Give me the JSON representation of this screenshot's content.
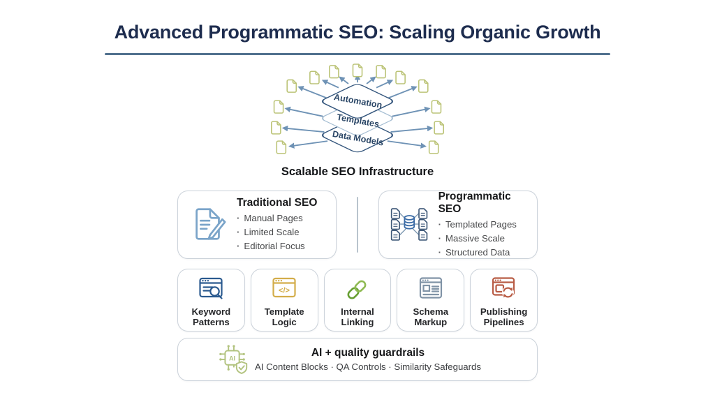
{
  "title": "Advanced Programmatic SEO: Scaling Organic Growth",
  "infrastructure": {
    "layers": [
      "Automation",
      "Templates",
      "Data Models"
    ],
    "caption": "Scalable SEO Infrastructure",
    "colors": {
      "diamond_dark": "#33557c",
      "diamond_light": "#a6bed3",
      "arrow": "#6e92b5",
      "document": "#bcc478",
      "label_text": "#2b4767"
    }
  },
  "comparison": {
    "traditional": {
      "title": "Traditional SEO",
      "icon": "document-pencil-icon",
      "icon_color": "#7aa4c9",
      "items": [
        "Manual Pages",
        "Limited Scale",
        "Editorial Focus"
      ]
    },
    "programmatic": {
      "title": "Programmatic SEO",
      "icon": "database-documents-icon",
      "icon_color": "#3a6ba6",
      "items": [
        "Templated Pages",
        "Massive Scale",
        "Structured Data"
      ]
    }
  },
  "capabilities": [
    {
      "label": "Keyword Patterns",
      "icon": "browser-search-icon",
      "color": "#2b5a8f"
    },
    {
      "label": "Template Logic",
      "icon": "browser-code-icon",
      "color": "#d3ad4a",
      "code_glyph": "</>"
    },
    {
      "label": "Internal Linking",
      "icon": "chain-link-icon",
      "color": "#679f33",
      "color_secondary": "#8fba52"
    },
    {
      "label": "Schema Markup",
      "icon": "browser-schema-icon",
      "color": "#8093a6"
    },
    {
      "label": "Publishing Pipelines",
      "icon": "browser-sync-icon",
      "color": "#b85c45"
    }
  ],
  "guardrails": {
    "title": "AI + quality guardrails",
    "subtitle": "AI Content Blocks · QA Controls · Similarity Safeguards",
    "icon": "ai-chip-shield-icon",
    "icon_color": "#b2c37f",
    "chip_label": "AI"
  },
  "theme": {
    "background": "#ffffff",
    "title_color": "#1d2c4e",
    "rule_color": "#51718e",
    "card_border": "#cbd2da",
    "heading_text": "#191a1c",
    "body_text": "#48494b"
  }
}
